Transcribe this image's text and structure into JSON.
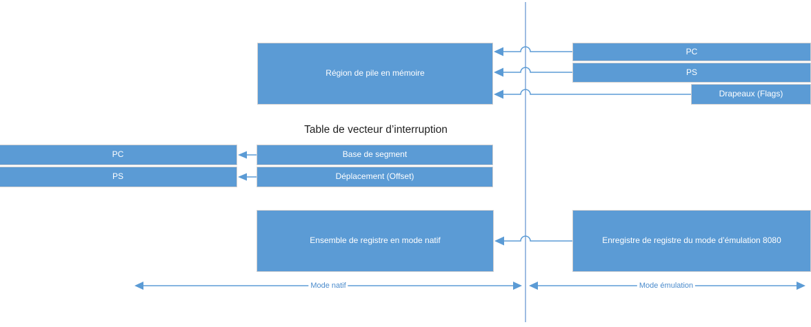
{
  "diagram": {
    "title": "Table de vecteur d’interruption",
    "boxes": {
      "stack_region": "Région de pile en mémoire",
      "pc_right": "PC",
      "ps_right": "PS",
      "flags": "Drapeaux (Flags)",
      "segment_base": "Base de segment",
      "offset": "Déplacement (Offset)",
      "pc_left": "PC",
      "ps_left": "PS",
      "native_registers": "Ensemble de registre en mode natif",
      "emulation_registers": "Enregistre de registre du mode d’émulation 8080"
    },
    "mode_labels": {
      "native": "Mode natif",
      "emulation": "Mode émulation"
    },
    "colors": {
      "box_fill": "#5b9bd5",
      "box_border": "#d2d0d0",
      "box_text": "#ffffff",
      "arrow": "#5b9bd5",
      "divider": "#7ea6d9",
      "title_text": "#1f1f1f",
      "mode_label_text": "#4a8bcc"
    }
  }
}
